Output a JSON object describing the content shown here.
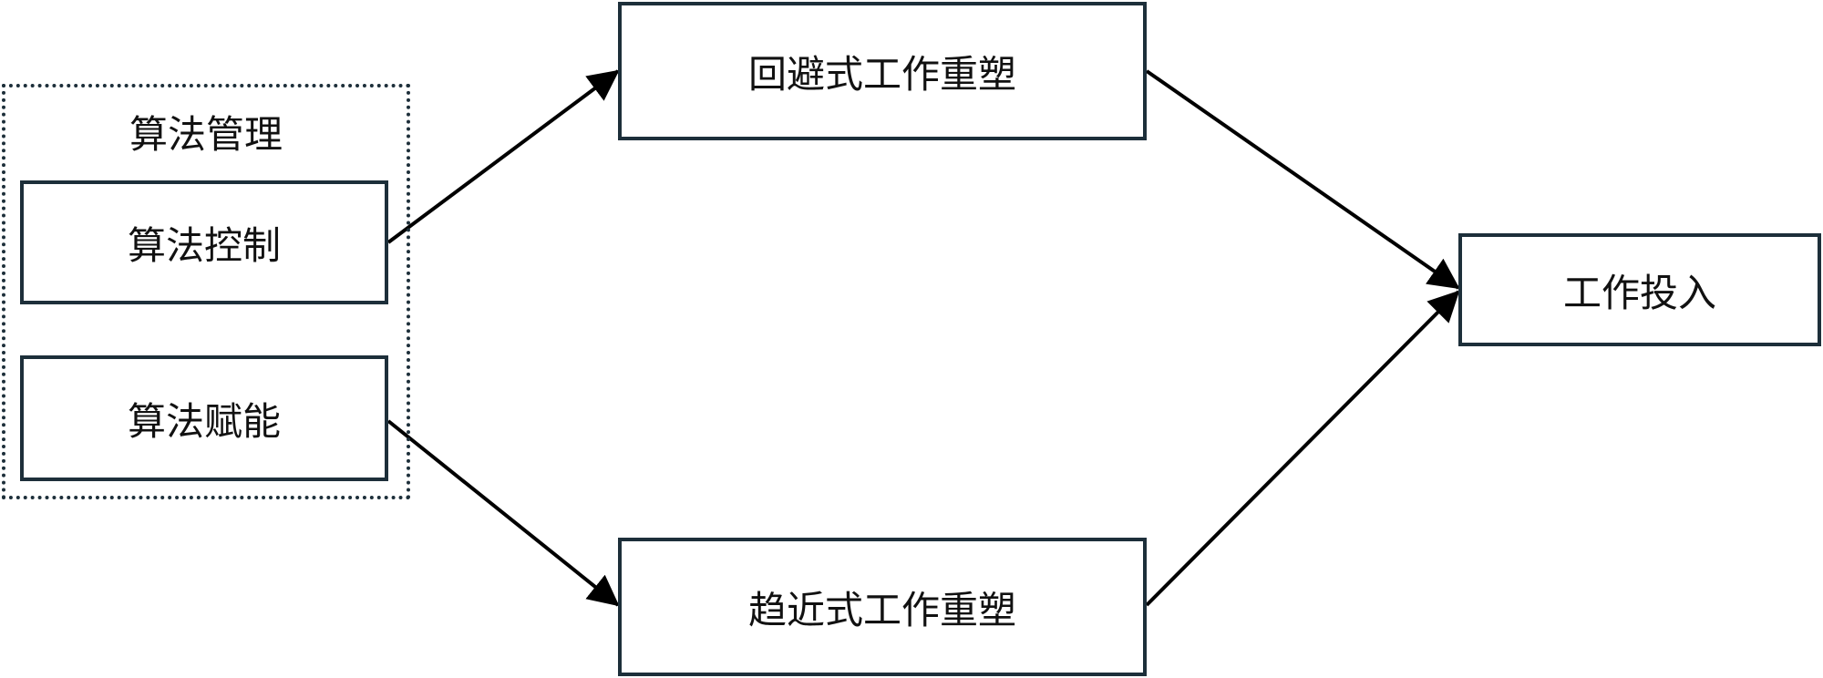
{
  "group": {
    "label": "算法管理"
  },
  "nodes": {
    "algorithm_control": "算法控制",
    "algorithm_empowerment": "算法赋能",
    "avoidance_crafting": "回避式工作重塑",
    "approach_crafting": "趋近式工作重塑",
    "work_engagement": "工作投入"
  },
  "colors": {
    "border": "#1d2f3a",
    "arrow": "#000000",
    "text": "#111111",
    "background": "#ffffff"
  }
}
